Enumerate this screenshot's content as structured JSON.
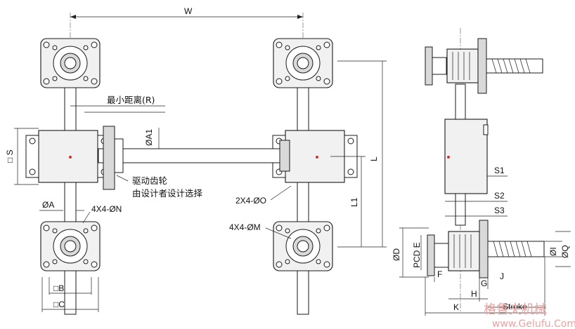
{
  "labels": {
    "w": "W",
    "min_distance": "最小距离(R)",
    "a1": "ØA1",
    "l": "L",
    "l1": "L1",
    "s": "□ S",
    "drive_gear_line1": "驱动齿轮",
    "drive_gear_line2": "由设计者设计选择",
    "holes_o": "2X4-ØO",
    "holes_m": "4X4-ØM",
    "a": "ØA",
    "holes_n": "4X4-ØN",
    "b": "□B",
    "c": "□C",
    "s1": "S1",
    "s2": "S2",
    "s3": "S3",
    "d": "ØD",
    "pcd_e": "PCD E",
    "f": "F",
    "g": "G",
    "h": "H",
    "j": "J",
    "k": "K",
    "stroke": "Stroke",
    "i": "ØI",
    "q": "ØQ"
  },
  "watermark": {
    "chinese": "格鲁夫机械",
    "url": "www.Gelufu.Com"
  },
  "colors": {
    "line": "#1a1a1a",
    "watermark": "#e8a3a3"
  }
}
